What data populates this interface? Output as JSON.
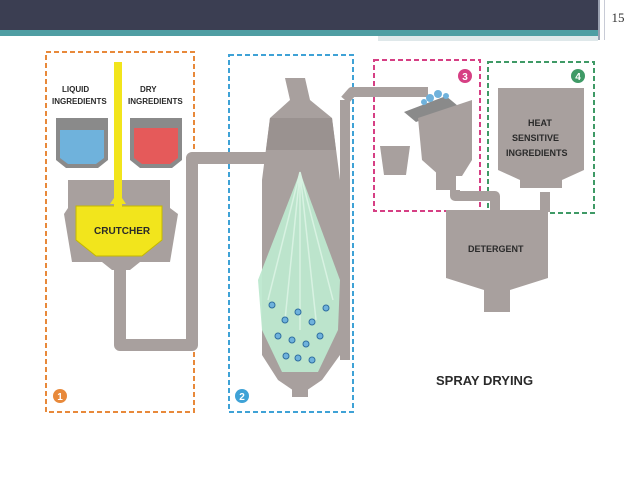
{
  "slide": {
    "page_number": "15"
  },
  "labels": {
    "liquid_line1": "LIQUID",
    "liquid_line2": "INGREDIENTS",
    "dry_line1": "DRY",
    "dry_line2": "INGREDIENTS",
    "crutcher": "CRUTCHER",
    "heat_line1": "HEAT",
    "heat_line2": "SENSITIVE",
    "heat_line3": "INGREDIENTS",
    "detergent": "DETERGENT",
    "caption": "SPRAY DRYING"
  },
  "stages": [
    "1",
    "2",
    "3",
    "4"
  ],
  "colors": {
    "stage1": "#e8893a",
    "stage2": "#3fa2d6",
    "stage3": "#d63f84",
    "stage4": "#3f9a66",
    "machinery": "#a8a09e",
    "crutcher": "#f2e51c",
    "liquid": "#6fb2dc",
    "dry": "#e55a5a",
    "spray": "#bde8cf"
  }
}
